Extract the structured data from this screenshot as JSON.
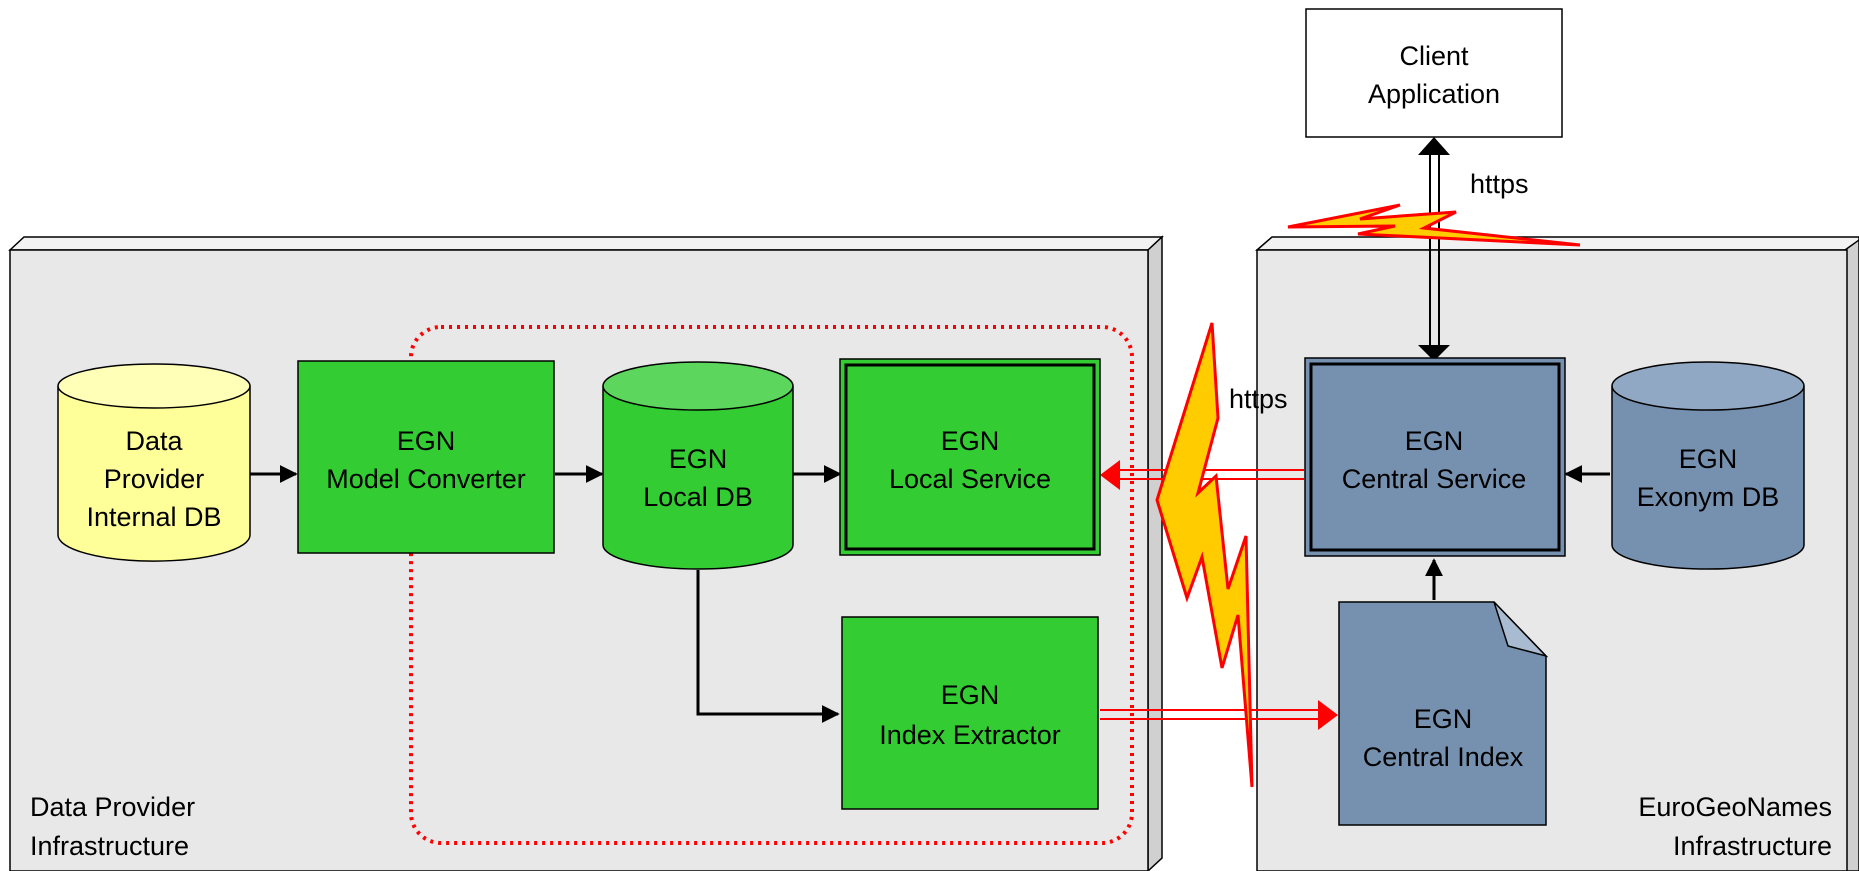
{
  "nodes": {
    "data_provider_internal_db": {
      "lines": [
        "Data",
        "Provider",
        "Internal DB"
      ],
      "fill": "#ffff99"
    },
    "model_converter": {
      "lines": [
        "EGN",
        "Model Converter"
      ],
      "fill": "#33cc33"
    },
    "local_db": {
      "lines": [
        "EGN",
        "Local DB"
      ],
      "fill": "#33cc33"
    },
    "local_service": {
      "lines": [
        "EGN",
        "Local Service"
      ],
      "fill": "#33cc33"
    },
    "index_extractor": {
      "lines": [
        "EGN",
        "Index Extractor"
      ],
      "fill": "#33cc33"
    },
    "client_application": {
      "lines": [
        "Client",
        "Application"
      ],
      "fill": "#ffffff"
    },
    "central_service": {
      "lines": [
        "EGN",
        "Central Service"
      ],
      "fill": "#7691b0"
    },
    "exonym_db": {
      "lines": [
        "EGN",
        "Exonym DB"
      ],
      "fill": "#7691b0"
    },
    "central_index": {
      "lines": [
        "EGN",
        "Central Index"
      ],
      "fill": "#7691b0"
    }
  },
  "zones": {
    "data_provider": {
      "lines": [
        "Data Provider",
        "Infrastructure"
      ],
      "fill": "#e8e8e8"
    },
    "eurogeonames": {
      "lines": [
        "EuroGeoNames",
        "Infrastructure"
      ],
      "fill": "#e8e8e8"
    }
  },
  "connectors": {
    "client_link_label": "https",
    "network_link_label": "https"
  },
  "colors": {
    "lightning_fill": "#ffcc00",
    "lightning_stroke": "#ff0000",
    "secure_link": "#ff0000",
    "dotted_boundary": "#ff0000",
    "arrow": "#000000"
  }
}
